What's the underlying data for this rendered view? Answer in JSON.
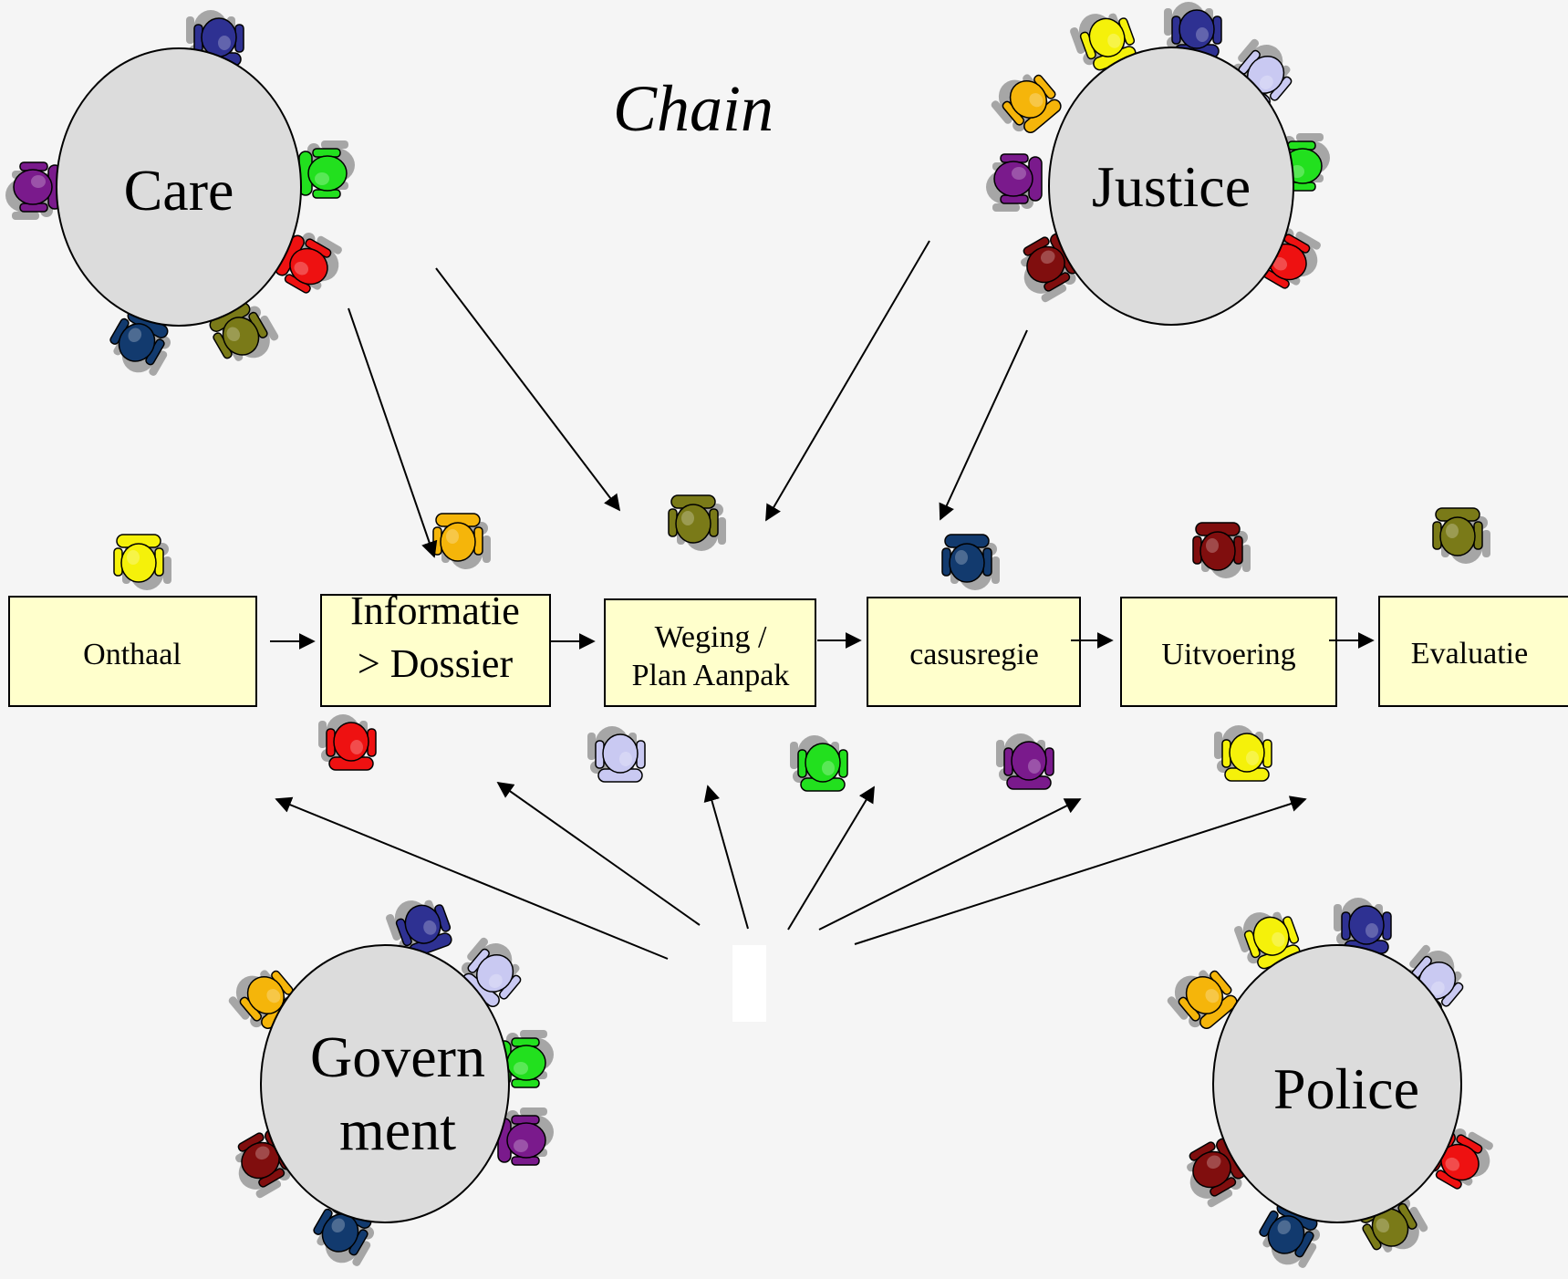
{
  "title": "Chain",
  "colors": {
    "background": "#f5f5f5",
    "table_fill": "#dcdcdc",
    "box_fill": "#ffffcc",
    "ink": "#000000"
  },
  "tables": [
    {
      "id": "care",
      "lines": [
        "Care"
      ]
    },
    {
      "id": "justice",
      "lines": [
        "Justice"
      ]
    },
    {
      "id": "government",
      "lines": [
        "Govern",
        "ment"
      ]
    },
    {
      "id": "police",
      "lines": [
        "Police"
      ]
    }
  ],
  "process_steps": [
    {
      "id": "onthaal",
      "lines": [
        "Onthaal"
      ]
    },
    {
      "id": "informatie-dossier",
      "lines": [
        "Informatie",
        "> Dossier"
      ]
    },
    {
      "id": "weging-plan-aanpak",
      "lines": [
        "Weging /",
        "Plan Aanpak"
      ]
    },
    {
      "id": "casusregie",
      "lines": [
        "casusregie"
      ]
    },
    {
      "id": "uitvoering",
      "lines": [
        "Uitvoering"
      ]
    },
    {
      "id": "evaluatie",
      "lines": [
        "Evaluatie"
      ]
    }
  ],
  "chair_colors": {
    "navy": "#2e3192",
    "purple": "#7a1a8c",
    "green": "#22e01e",
    "red": "#ee1111",
    "olive": "#7a7a18",
    "darkblue": "#123a6e",
    "yellow": "#f5f10a",
    "gold": "#f5b50a",
    "lavender": "#c9c9f2",
    "maroon": "#800e0e"
  }
}
